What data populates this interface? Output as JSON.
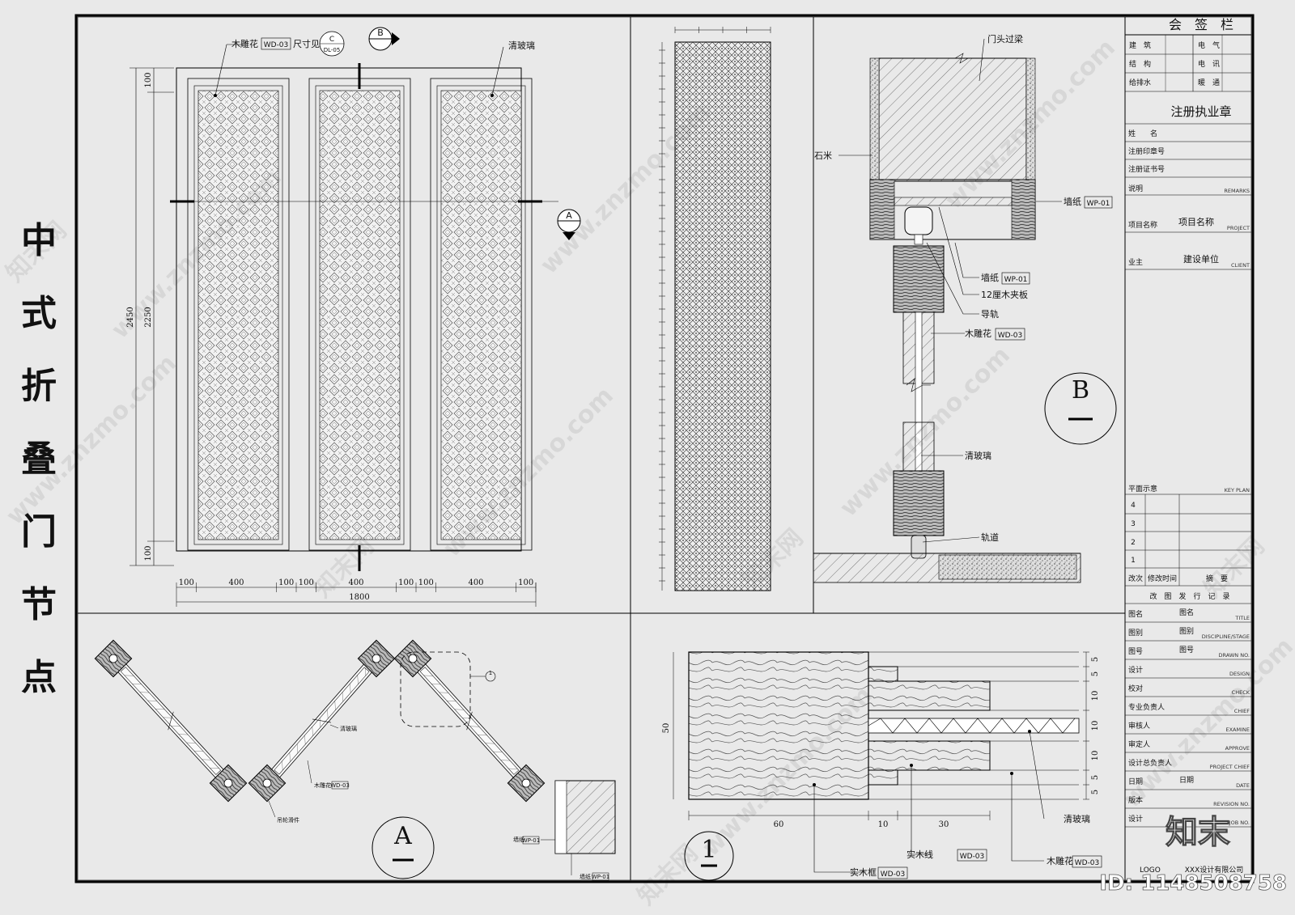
{
  "title_vertical": "中式折叠门节点",
  "elevation": {
    "labels": {
      "carving": "木雕花",
      "carving_code": "WD-03",
      "size_ref": "尺寸见",
      "detail_ref_top": "C",
      "detail_ref_bottom": "DL-05",
      "section_b": "B",
      "section_a": "A",
      "glass": "清玻璃"
    },
    "dims_vertical": [
      "2450",
      "2250",
      "100",
      "100"
    ],
    "dims_horizontal": [
      "100",
      "400",
      "100",
      "100",
      "400",
      "100",
      "100",
      "400",
      "100"
    ],
    "dim_total": "1800"
  },
  "section_b": {
    "labels": {
      "lintel": "门头过梁",
      "stone": "石米",
      "wallpaper": "墙纸",
      "wallpaper_code": "WP-01",
      "wallpaper2": "墙纸",
      "wallpaper2_code": "WP-01",
      "plywood": "12厘木夹板",
      "guide": "导轨",
      "carving": "木雕花",
      "carving_code": "WD-03",
      "glass": "清玻璃",
      "track": "轨道"
    },
    "tag": "B"
  },
  "plan_a": {
    "labels": {
      "glass": "清玻璃",
      "carving": "木雕花",
      "carving_code": "WD-03",
      "hinge": "吊轮滑件",
      "wallpaper": "墙纸",
      "wallpaper_code": "WP-01",
      "wallpaper_b": "墙纸",
      "wallpaper_b_code": "WP-01",
      "callout": "1"
    },
    "tag": "A"
  },
  "detail_1": {
    "dim_height": "50",
    "dims_bottom": [
      "60",
      "10",
      "30"
    ],
    "dims_right": [
      "5",
      "5",
      "10",
      "10",
      "10",
      "5",
      "5"
    ],
    "labels": {
      "glass": "清玻璃",
      "solid_frame": "实木框",
      "solid_frame_code": "WD-03",
      "solid_line": "实木线",
      "solid_line_code": "WD-03",
      "carving": "木雕花",
      "carving_code": "WD-03"
    },
    "tag": "1"
  },
  "title_block": {
    "countersign": "会　签　栏",
    "sign_rows": [
      {
        "left": "建　筑",
        "right": "电　气"
      },
      {
        "left": "结　构",
        "right": "电　讯"
      },
      {
        "left": "给排水",
        "right": "暖　通"
      }
    ],
    "reg_stamp": "注册执业章",
    "name": "姓　　名",
    "stamp_no": "注册印章号",
    "cert_no": "注册证书号",
    "remarks": "说明",
    "remarks_en": "REMARKS",
    "project_label": "项目名称",
    "project_value": "项目名称",
    "project_en": "PROJECT",
    "client_label": "业主",
    "client_value": "建设单位",
    "client_en": "CLIENT",
    "keyplan": "平面示意",
    "keyplan_en": "KEY PLAN",
    "rev_numbers": [
      "4",
      "3",
      "2",
      "1"
    ],
    "rev_header": [
      "改次",
      "修改时间",
      "摘　要"
    ],
    "rev_record": "改　图　发　行　记　录",
    "fields": [
      {
        "cn": "图名",
        "val": "图名",
        "en": "TITLE"
      },
      {
        "cn": "图别",
        "val": "图别",
        "en": "DISCIPLINE/STAGE"
      },
      {
        "cn": "图号",
        "val": "图号",
        "en": "DRAWN NO."
      },
      {
        "cn": "设计",
        "val": "",
        "en": "DESIGN"
      },
      {
        "cn": "校对",
        "val": "",
        "en": "CHECK"
      },
      {
        "cn": "专业负责人",
        "val": "",
        "en": "CHIEF"
      },
      {
        "cn": "审核人",
        "val": "",
        "en": "EXAMINE"
      },
      {
        "cn": "审定人",
        "val": "",
        "en": "APPROVE"
      },
      {
        "cn": "设计总负责人",
        "val": "",
        "en": "PROJECT CHIEF"
      },
      {
        "cn": "日期",
        "val": "日期",
        "en": "DATE"
      },
      {
        "cn": "版本",
        "val": "",
        "en": "REVISION NO."
      },
      {
        "cn": "设计",
        "val": "",
        "en": "JOB NO."
      }
    ],
    "logo": "LOGO",
    "company": "XXX设计有限公司"
  },
  "watermarks": {
    "site": "www.znzmo.com",
    "brand": "知末网",
    "logo_text": "知末",
    "id_text": "ID: 1148508758"
  }
}
